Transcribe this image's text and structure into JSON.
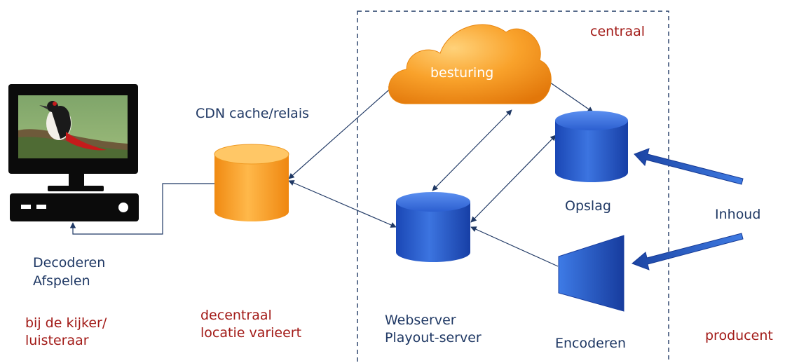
{
  "zones": {
    "central": "centraal",
    "viewer": "bij de kijker/ luisteraar",
    "viewer_line1": "bij de kijker/",
    "viewer_line2": "luisteraar",
    "decentral_line1": "decentraal",
    "decentral_line2": "locatie varieert",
    "producer": "producent"
  },
  "nodes": {
    "cloud": "besturing",
    "cdn": "CDN cache/relais",
    "player_line1": "Decoderen",
    "player_line2": "Afspelen",
    "webserver_line1": "Webserver",
    "webserver_line2": "Playout-server",
    "storage": "Opslag",
    "encoder": "Encoderen",
    "content": "Inhoud"
  },
  "icons": {
    "monitor": "monitor-with-woodpecker-icon",
    "desktop": "desktop-computer-icon",
    "cdn_db": "orange-database-icon",
    "webserver_db": "blue-database-icon",
    "storage_db": "blue-database-icon",
    "encoder": "encoder-trapezoid-icon",
    "cloud": "cloud-icon"
  },
  "colors": {
    "label_blue": "#1f3864",
    "label_red": "#a21a17",
    "orange": "#f7941d",
    "db_blue": "#2358c9",
    "arrow_blue": "#1e4aa8"
  }
}
